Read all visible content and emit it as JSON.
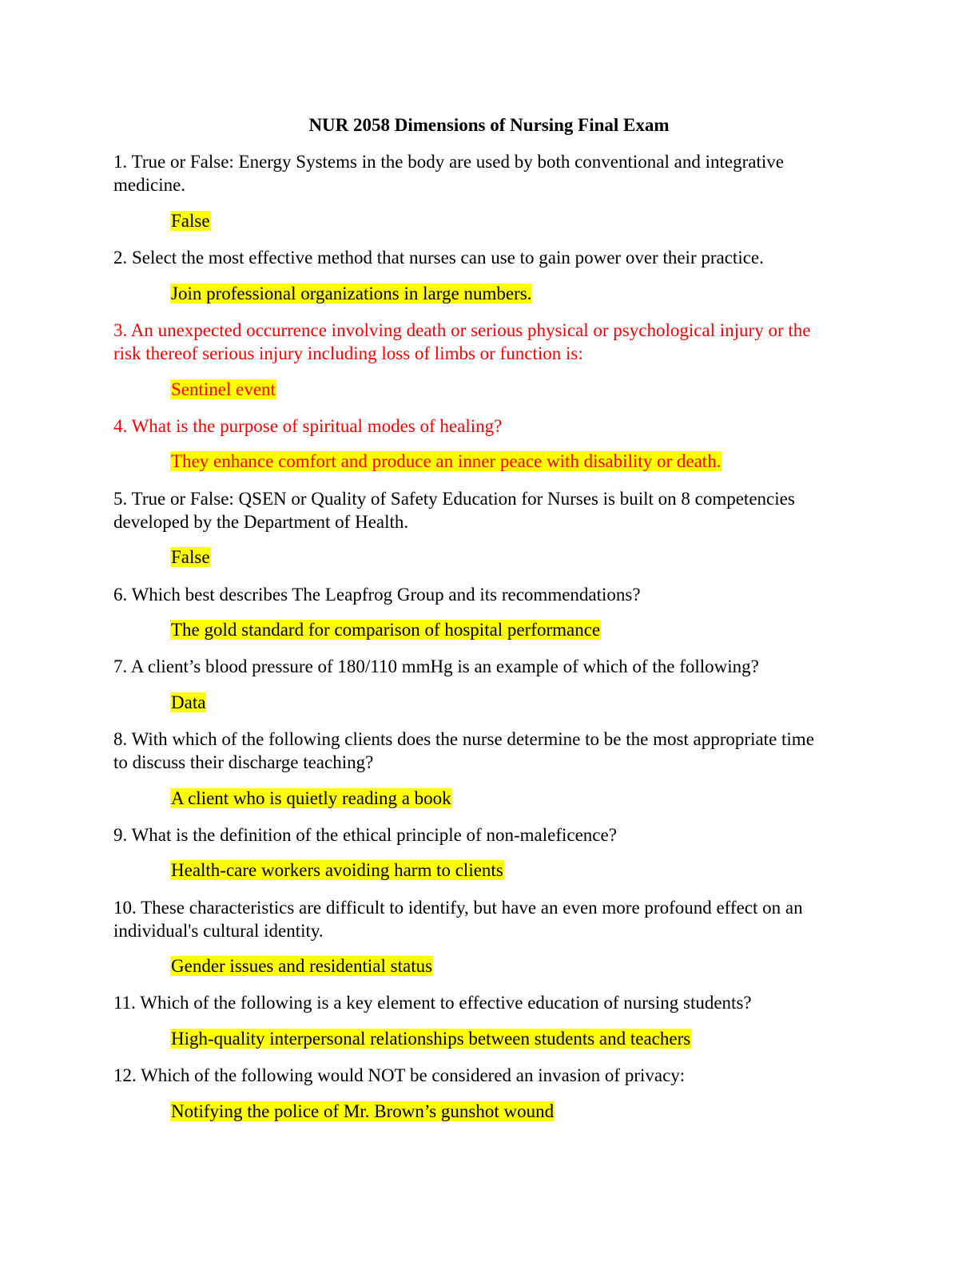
{
  "document": {
    "title": "NUR 2058 Dimensions of Nursing Final Exam",
    "highlight_color": "#ffff00",
    "emphasis_color": "#ff0000",
    "questions": [
      {
        "lines": [
          "1. True or False: Energy Systems in the body are used by both conventional and integrative",
          "medicine."
        ],
        "answer": "False"
      },
      {
        "lines": [
          "2. Select the most effective method that nurses can use to gain power over their practice."
        ],
        "answer": "Join professional organizations in large numbers."
      },
      {
        "lines": [
          "3. An unexpected occurrence involving death or serious physical or psychological injury or the",
          "risk thereof serious injury including loss of limbs or function is:"
        ],
        "answer": "Sentinel event"
      },
      {
        "lines": [
          "4. What is the purpose of spiritual modes of healing?"
        ],
        "answer": "They enhance comfort and produce an inner peace with disability or death."
      },
      {
        "lines": [
          "5. True or False: QSEN or Quality of Safety Education for Nurses is built on 8 competencies",
          "developed by the Department of Health."
        ],
        "answer": "False"
      },
      {
        "lines": [
          "6. Which best describes The Leapfrog Group and its recommendations?"
        ],
        "answer": "The gold standard for comparison of hospital performance"
      },
      {
        "lines": [
          "7. A client’s blood pressure of 180/110 mmHg is an example of which of the following?"
        ],
        "answer": "Data"
      },
      {
        "lines": [
          "8. With which of the following clients does the nurse determine to be the most appropriate time",
          "to discuss their discharge teaching?"
        ],
        "answer": "A client who is quietly reading a book"
      },
      {
        "lines": [
          "9. What is the definition of the ethical principle of non-maleficence?"
        ],
        "answer": "Health-care workers avoiding harm to clients"
      },
      {
        "lines": [
          "10. These characteristics are difficult to identify, but have an even more profound effect on an",
          "individual's cultural identity."
        ],
        "answer": "Gender issues and residential status"
      },
      {
        "lines": [
          "11. Which of the following is a key element to effective education of nursing students?"
        ],
        "answer": "High-quality interpersonal relationships between students and teachers"
      },
      {
        "lines": [
          "12. Which of the following would NOT be considered an invasion of privacy:"
        ],
        "answer": "Notifying the police of Mr. Brown’s gunshot wound"
      }
    ]
  }
}
